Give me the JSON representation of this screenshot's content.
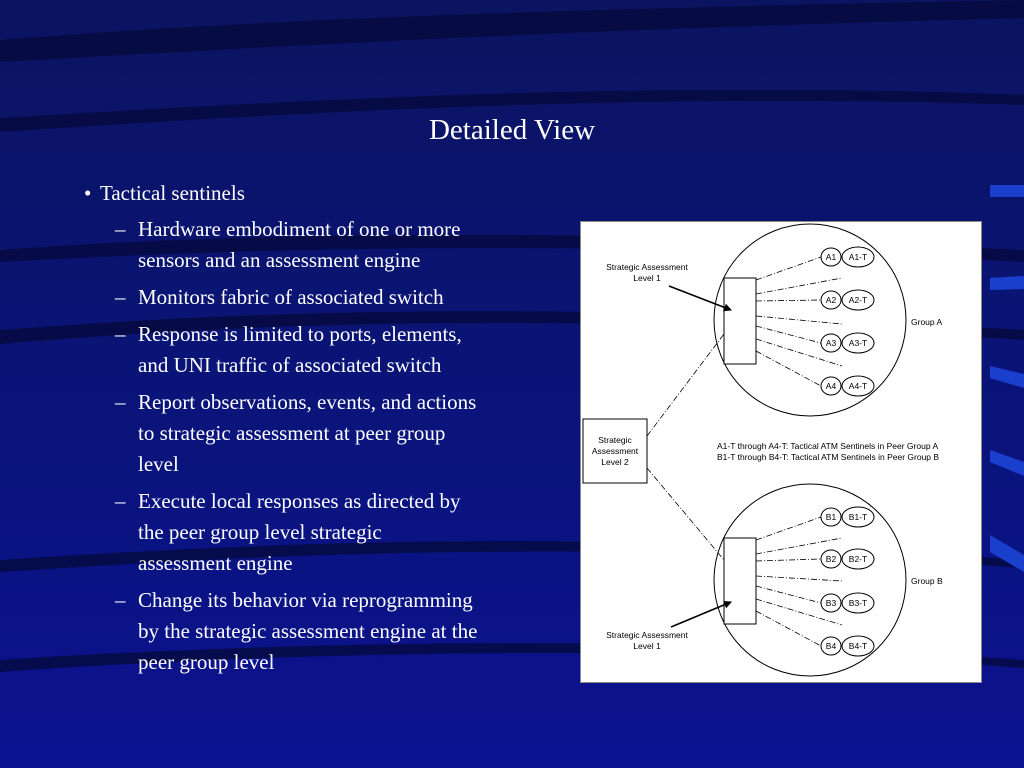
{
  "slide": {
    "title": "Detailed View",
    "bullet": "Tactical sentinels",
    "subitems": [
      [
        "Hardware embodiment of one or more",
        "sensors and an assessment engine"
      ],
      [
        "Monitors fabric of associated switch"
      ],
      [
        "Response is limited to ports, elements,",
        "and UNI traffic of associated switch"
      ],
      [
        "Report observations, events, and actions",
        "to strategic assessment at peer group",
        "level"
      ],
      [
        "Execute local responses as directed by",
        "the peer group level strategic",
        "assessment engine"
      ],
      [
        "Change its behavior via reprogramming",
        "by the strategic assessment engine at the",
        "peer group level"
      ]
    ]
  },
  "diagram": {
    "groupA": {
      "label": "Group A",
      "level1_label": [
        "Strategic Assessment",
        "Level 1"
      ],
      "nodes": [
        {
          "id": "A1",
          "tag": "A1-T"
        },
        {
          "id": "A2",
          "tag": "A2-T"
        },
        {
          "id": "A3",
          "tag": "A3-T"
        },
        {
          "id": "A4",
          "tag": "A4-T"
        }
      ]
    },
    "groupB": {
      "label": "Group B",
      "level1_label": [
        "Strategic Assessment",
        "Level 1"
      ],
      "nodes": [
        {
          "id": "B1",
          "tag": "B1-T"
        },
        {
          "id": "B2",
          "tag": "B2-T"
        },
        {
          "id": "B3",
          "tag": "B3-T"
        },
        {
          "id": "B4",
          "tag": "B4-T"
        }
      ]
    },
    "level2_label": [
      "Strategic",
      "Assessment",
      "Level 2"
    ],
    "legend": [
      "A1-T through A4-T:  Tactical ATM Sentinels in Peer Group A",
      "B1-T through B4-T:  Tactical ATM Sentinels in Peer Group B"
    ]
  }
}
